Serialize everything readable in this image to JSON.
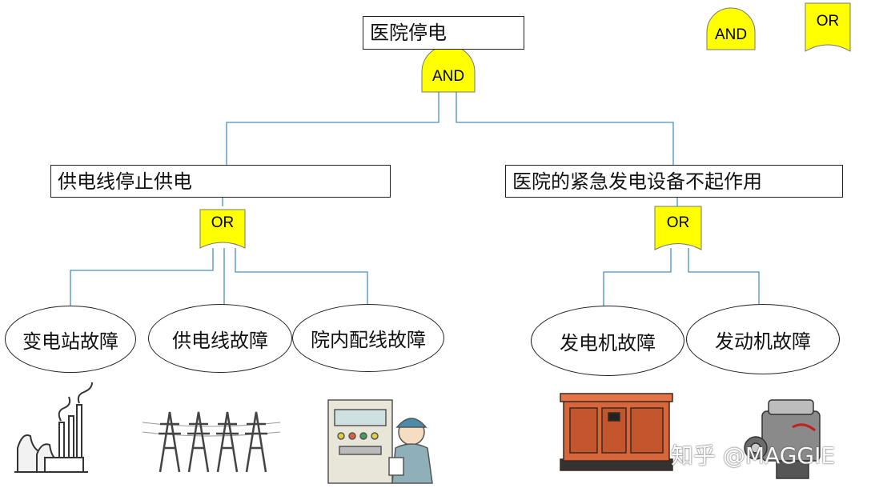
{
  "top_event": "医院停电",
  "mid_events": {
    "left": "供电线停止供电",
    "right": "医院的紧急发电设备不起作用"
  },
  "basic_events": [
    "变电站故障",
    "供电线故障",
    "院内配线故障",
    "发电机故障",
    "发动机故障"
  ],
  "gates": {
    "top": "AND",
    "left": "OR",
    "right": "OR",
    "legend_and": "AND",
    "legend_or": "OR"
  },
  "watermark": "知乎 @MAGGIE",
  "colors": {
    "gate_fill": "#ffff00",
    "connector": "#4a8fc0",
    "outline": "#222222"
  },
  "icons": [
    "power-plant-icon",
    "transmission-towers-icon",
    "control-panel-worker-icon",
    "generator-icon",
    "engine-icon"
  ]
}
